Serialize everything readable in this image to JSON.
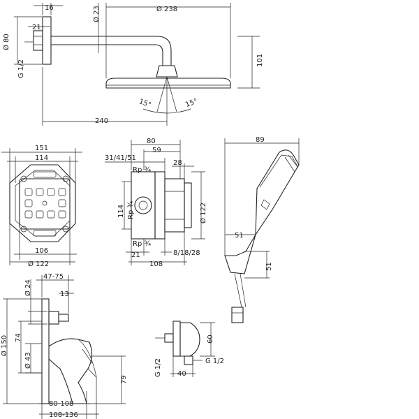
{
  "shower_head": {
    "dim_16": "16",
    "dim_23": "Ø 23",
    "dim_238": "Ø 238",
    "dim_21": "21",
    "dim_80": "Ø 80",
    "dim_g12": "G 1/2",
    "dim_101": "101",
    "dim_15_left": "15°",
    "dim_15_right": "15°",
    "dim_240": "240"
  },
  "box_front": {
    "dim_151": "151",
    "dim_114": "114",
    "dim_106": "106",
    "dim_122": "Ø 122"
  },
  "box_side": {
    "dim_80": "80",
    "dim_59": "59",
    "dim_31": "31/41/51",
    "dim_28": "28",
    "dim_rp_top": "Rp ¾",
    "dim_rp_left": "Rp ¾",
    "dim_rp_bottom": "Rp ¾",
    "dim_114": "114",
    "dim_122": "Ø 122",
    "dim_21": "21",
    "dim_8": "8/18/28",
    "dim_108": "108"
  },
  "hand_shower": {
    "dim_89": "89",
    "dim_51": "51",
    "dim_51b": "51"
  },
  "mixer": {
    "dim_24": "Ø 24",
    "dim_47": "47-75",
    "dim_13": "13",
    "dim_150": "Ø 150",
    "dim_74": "74",
    "dim_43": "Ø 43",
    "dim_79": "79",
    "dim_80": "80-108",
    "dim_108": "108-136"
  },
  "outlet": {
    "dim_60": "60",
    "dim_g12_left": "G 1/2",
    "dim_g12_right": "G 1/2",
    "dim_40": "40"
  }
}
